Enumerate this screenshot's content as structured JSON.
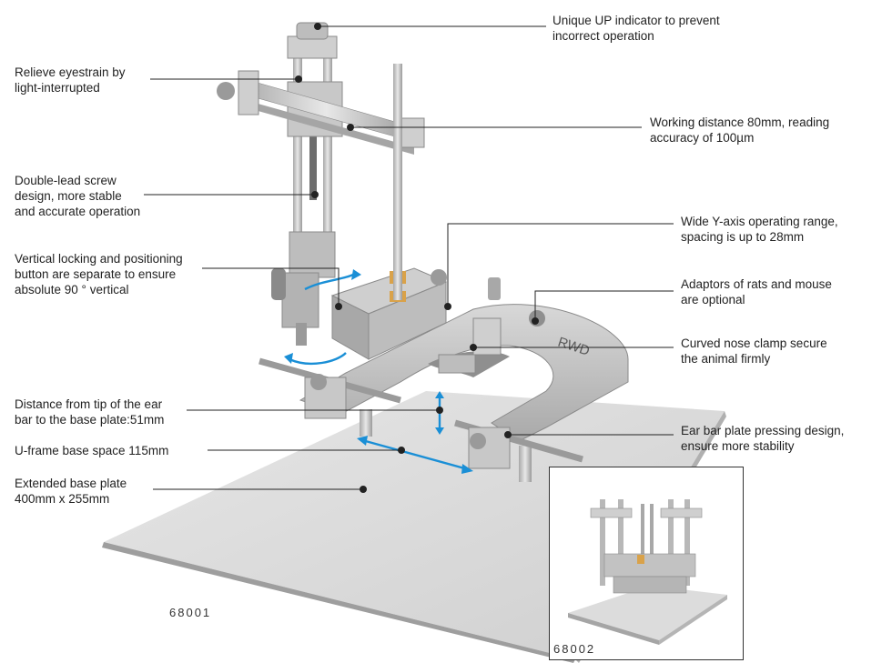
{
  "callouts": [
    {
      "id": "up-indicator",
      "lines": [
        "Unique UP indicator to prevent",
        "incorrect operation"
      ]
    },
    {
      "id": "eyestrain",
      "lines": [
        "Relieve eyestrain by",
        "light-interrupted"
      ]
    },
    {
      "id": "working-distance",
      "lines": [
        "Working distance 80mm, reading",
        "accuracy of 100µm"
      ]
    },
    {
      "id": "double-lead-screw",
      "lines": [
        "Double-lead screw",
        "design, more stable",
        "and accurate operation"
      ]
    },
    {
      "id": "y-axis-range",
      "lines": [
        "Wide Y-axis operating range,",
        "spacing is up to 28mm"
      ]
    },
    {
      "id": "vertical-locking",
      "lines": [
        "Vertical locking and positioning",
        "button are separate to ensure",
        "absolute 90 ° vertical"
      ]
    },
    {
      "id": "adaptors",
      "lines": [
        "Adaptors of rats and mouse",
        "are optional"
      ]
    },
    {
      "id": "nose-clamp",
      "lines": [
        "Curved nose clamp secure",
        "the animal firmly"
      ]
    },
    {
      "id": "ear-bar-distance",
      "lines": [
        "Distance from tip of the ear",
        "bar to the base plate:51mm"
      ]
    },
    {
      "id": "ear-bar-plate",
      "lines": [
        "Ear bar plate pressing design,",
        "ensure more stability"
      ]
    },
    {
      "id": "u-frame",
      "lines": [
        "U-frame base space 115mm"
      ]
    },
    {
      "id": "base-plate",
      "lines": [
        "Extended base plate",
        "400mm x 255mm"
      ]
    }
  ],
  "models": {
    "main": "68001",
    "inset": "68002"
  },
  "product_engraving": "RWD",
  "colors": {
    "accent_arrow": "#1a8fd6",
    "plate": "#dcdcdc",
    "metal": "#b8b8b8",
    "brass": "#d9a24a",
    "leader": "#222222"
  }
}
